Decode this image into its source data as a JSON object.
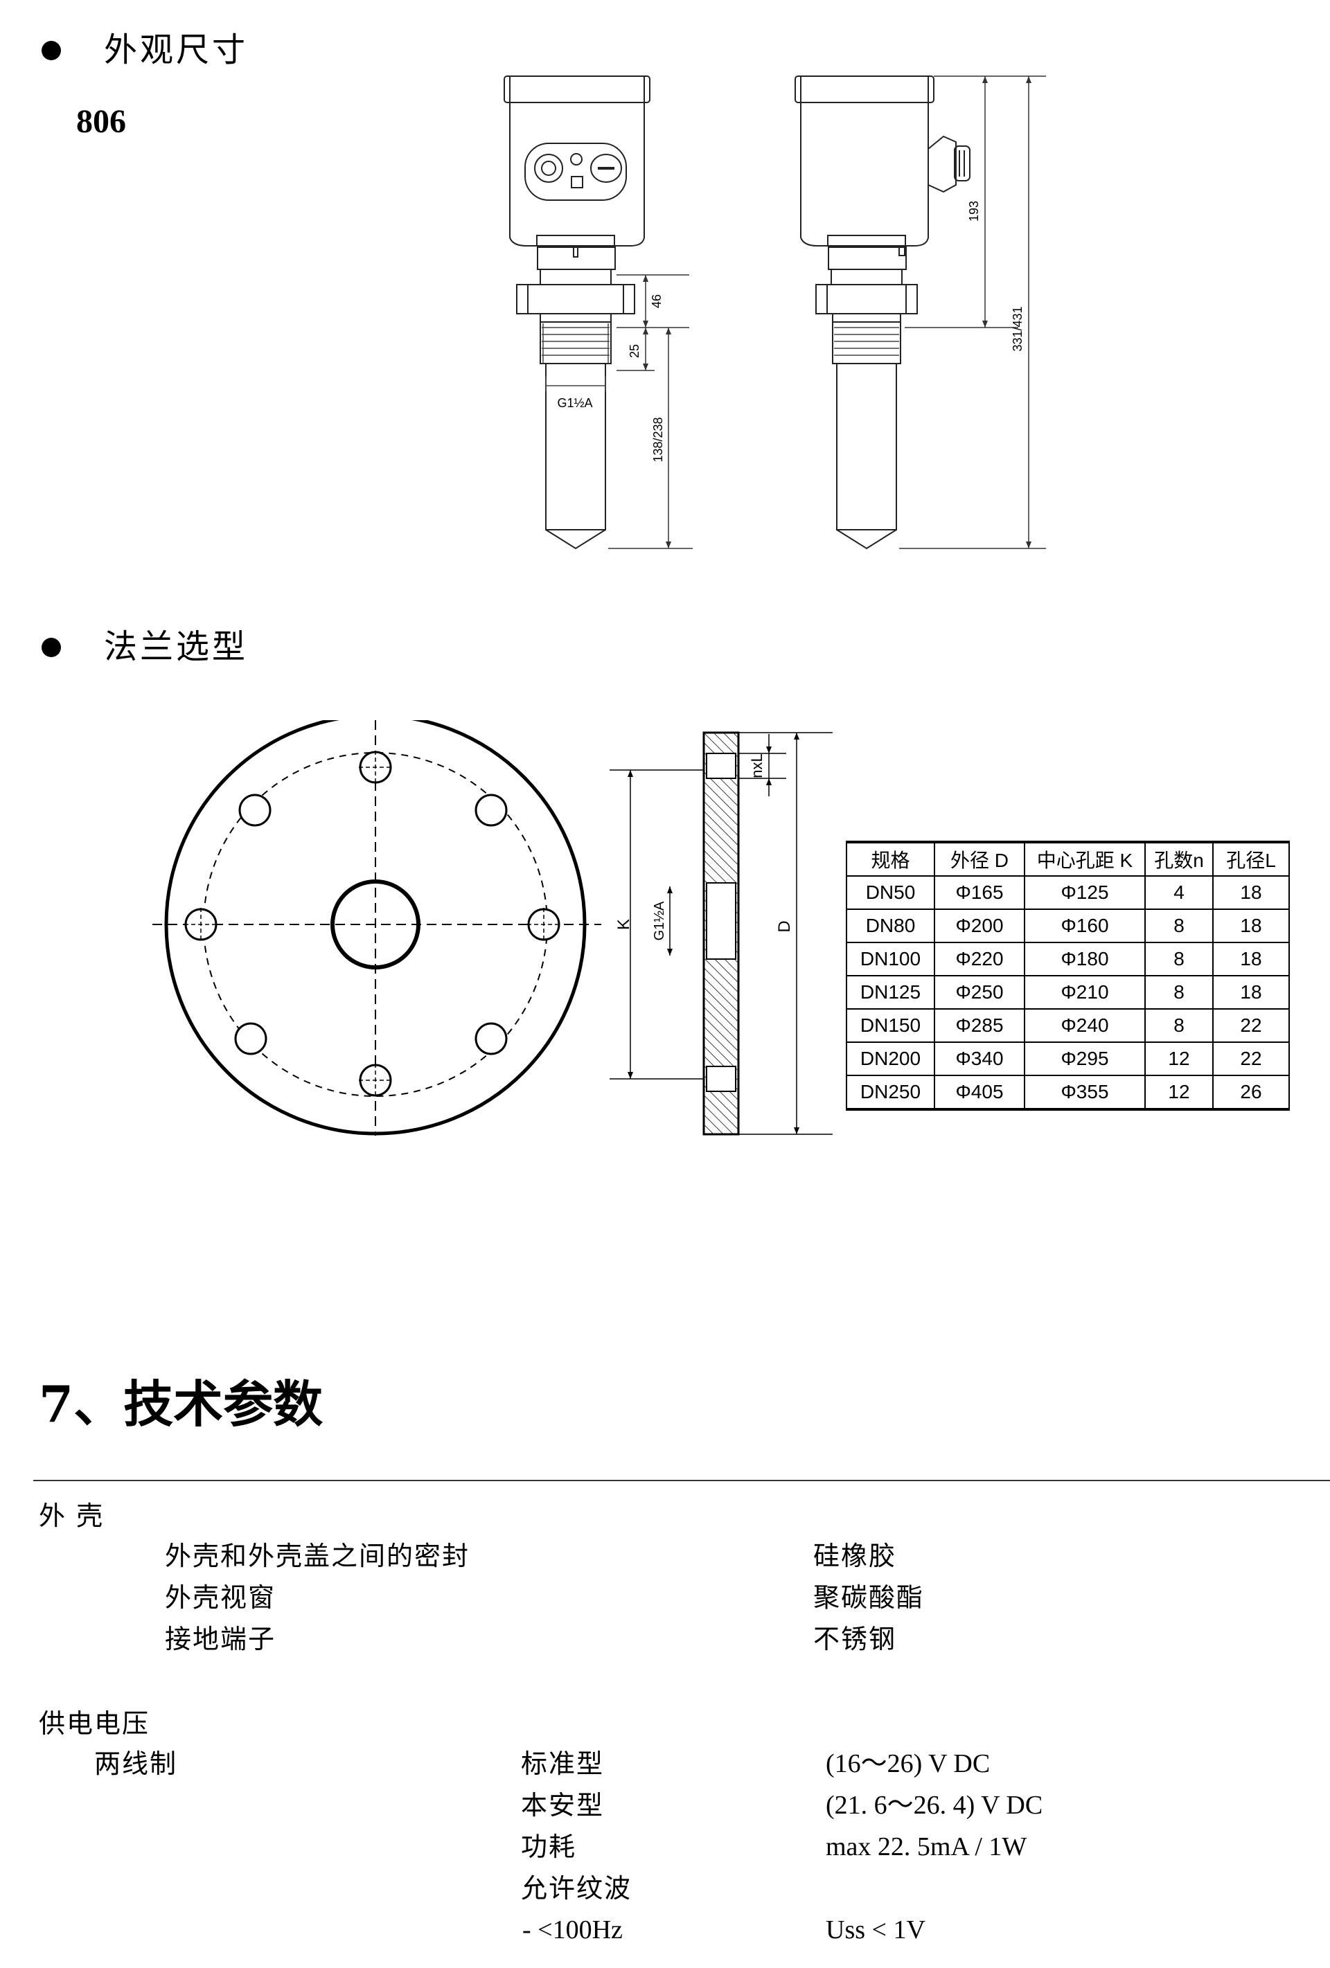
{
  "section_dims": {
    "heading": "外观尺寸",
    "model": "806"
  },
  "drawing_front": {
    "thread_label": "G1½A",
    "dim_46": "46",
    "dim_25": "25",
    "dim_138": "138/238"
  },
  "drawing_side": {
    "dim_193": "193",
    "dim_331": "331/431"
  },
  "section_flange": {
    "heading": "法兰选型"
  },
  "flange_drawing": {
    "label_k": "K",
    "label_g": "G1½A",
    "label_d": "D",
    "label_nxl": "nxL"
  },
  "flange_table": {
    "headers": [
      "规格",
      "外径 D",
      "中心孔距 K",
      "孔数n",
      "孔径L"
    ],
    "rows": [
      [
        "DN50",
        "Φ165",
        "Φ125",
        "4",
        "18"
      ],
      [
        "DN80",
        "Φ200",
        "Φ160",
        "8",
        "18"
      ],
      [
        "DN100",
        "Φ220",
        "Φ180",
        "8",
        "18"
      ],
      [
        "DN125",
        "Φ250",
        "Φ210",
        "8",
        "18"
      ],
      [
        "DN150",
        "Φ285",
        "Φ240",
        "8",
        "22"
      ],
      [
        "DN200",
        "Φ340",
        "Φ295",
        "12",
        "22"
      ],
      [
        "DN250",
        "Φ405",
        "Φ355",
        "12",
        "26"
      ]
    ]
  },
  "tech": {
    "title": "7、技术参数",
    "housing": {
      "label": "外 壳",
      "items": [
        {
          "name": "外壳和外壳盖之间的密封",
          "value": "硅橡胶"
        },
        {
          "name": "外壳视窗",
          "value": "聚碳酸酯"
        },
        {
          "name": "接地端子",
          "value": "不锈钢"
        }
      ]
    },
    "power": {
      "label": "供电电压",
      "sub": "两线制",
      "items": [
        {
          "name": "标准型",
          "value": "(16～26) V DC"
        },
        {
          "name": "本安型",
          "value": "(21. 6～26. 4) V DC"
        },
        {
          "name": "功耗",
          "value": "max 22. 5mA / 1W"
        },
        {
          "name": "允许纹波",
          "value": ""
        },
        {
          "name": " - <100Hz",
          "value": "Uss < 1V"
        }
      ]
    }
  }
}
